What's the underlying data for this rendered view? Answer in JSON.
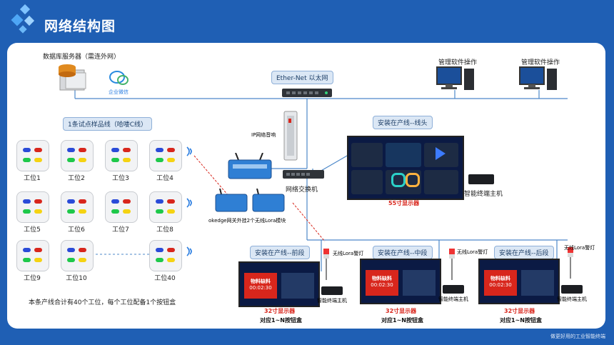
{
  "header": {
    "title": "网络结构图"
  },
  "footer": {
    "caption": "做更好用的工业智能终端"
  },
  "server": {
    "label": "数据库服务器（需连外网）",
    "wechat": "企业微信"
  },
  "ethernet": {
    "label": "Ether-Net 以太网"
  },
  "management": {
    "label_1": "管理软件操作",
    "label_2": "管理软件操作"
  },
  "line": {
    "label": "1条试点样品线（哈喽C线）"
  },
  "ip_speaker": {
    "label": "IP网络音响"
  },
  "switch": {
    "label": "网络交换机"
  },
  "gateway": {
    "label": "okedge网关外挂2个无线Lora模块"
  },
  "line_head": {
    "label": "安装在产线--线头",
    "display": "55寸显示器",
    "host": "智能终端主机"
  },
  "stations": [
    {
      "label": "工位1"
    },
    {
      "label": "工位2"
    },
    {
      "label": "工位3"
    },
    {
      "label": "工位4"
    },
    {
      "label": "工位5"
    },
    {
      "label": "工位6"
    },
    {
      "label": "工位7"
    },
    {
      "label": "工位8"
    },
    {
      "label": "工位9"
    },
    {
      "label": "工位10"
    },
    {
      "label": "工位40"
    }
  ],
  "summary": "本条产线合计有40个工位，每个工位配备1个按钮盒",
  "sections": [
    {
      "label": "安装在产线--前段",
      "lamp": "无线Lora警灯",
      "host": "智能终端主机",
      "display": "32寸显示器",
      "mapping": "对应1~N按钮盒",
      "alert": "物料缺料",
      "time": "00:02:30"
    },
    {
      "label": "安装在产线--中段",
      "lamp": "无线Lora警灯",
      "host": "智能终端主机",
      "display": "32寸显示器",
      "mapping": "对应1~N按钮盒",
      "alert": "物料缺料",
      "time": "00:02:30"
    },
    {
      "label": "安装在产线--后段",
      "lamp": "无线Lora警灯",
      "host": "智能终端主机",
      "display": "32寸显示器",
      "mapping": "对应1~N按钮盒",
      "alert": "物料缺料",
      "time": "00:02:30"
    }
  ],
  "colors": {
    "background": "#1f5fb4",
    "accent": "#2a7de1",
    "alert": "#d8261c",
    "chip": "#dbe7f5"
  },
  "icons": [
    "logo-diamond-icon",
    "server-icon",
    "wechat-icon",
    "desktop-pc-icon",
    "network-switch-icon",
    "speaker-icon",
    "gateway-icon",
    "wifi-signal-icon",
    "warning-lamp-icon",
    "terminal-host-icon"
  ]
}
